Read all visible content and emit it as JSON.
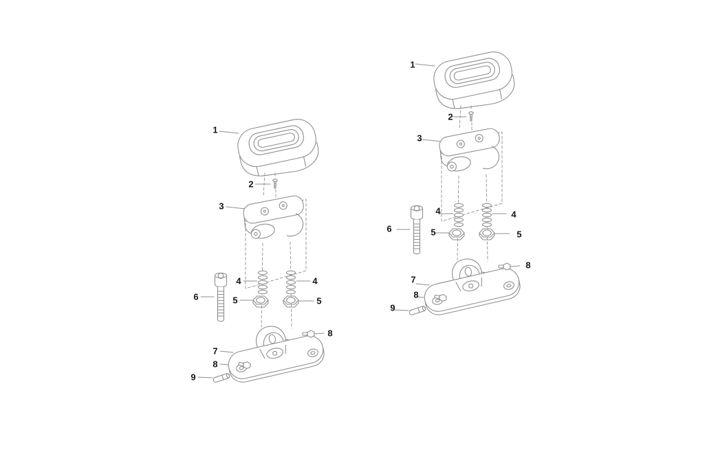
{
  "page": {
    "background_color": "#ffffff",
    "drawing_line_color": "#8e8e8e",
    "callout_text_color": "#161616"
  },
  "diagram": {
    "type": "exploded-parts-diagram",
    "assemblies": [
      {
        "id": "left-assembly",
        "callouts": [
          {
            "label": "1"
          },
          {
            "label": "2"
          },
          {
            "label": "3"
          },
          {
            "label": "4"
          },
          {
            "label": "4"
          },
          {
            "label": "5"
          },
          {
            "label": "5"
          },
          {
            "label": "6"
          },
          {
            "label": "7"
          },
          {
            "label": "8"
          },
          {
            "label": "8"
          },
          {
            "label": "9"
          }
        ]
      },
      {
        "id": "right-assembly",
        "callouts": [
          {
            "label": "1"
          },
          {
            "label": "2"
          },
          {
            "label": "3"
          },
          {
            "label": "4"
          },
          {
            "label": "4"
          },
          {
            "label": "5"
          },
          {
            "label": "5"
          },
          {
            "label": "6"
          },
          {
            "label": "7"
          },
          {
            "label": "8"
          },
          {
            "label": "8"
          },
          {
            "label": "9"
          }
        ]
      }
    ]
  }
}
